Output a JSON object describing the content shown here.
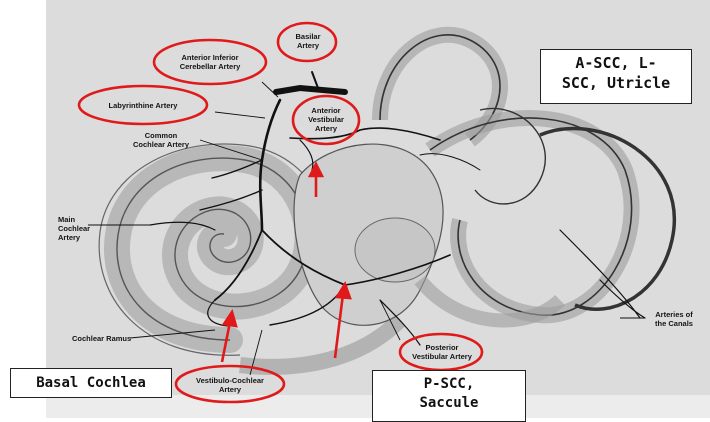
{
  "colors": {
    "background": "#ffffff",
    "plate": "#dcdcdc",
    "vessel": "#111111",
    "highlight": "#e01a1a",
    "box_border": "#222222"
  },
  "labels": {
    "basilar_artery": "Basilar\nArtery",
    "aica": "Anterior Inferior\nCerebellar Artery",
    "labyrinthine_artery": "Labyrinthine Artery",
    "common_cochlear_artery": "Common\nCochlear Artery",
    "anterior_vestibular_artery": "Anterior\nVestibular\nArtery",
    "main_cochlear_artery": "Main\nCochlear\nArtery",
    "cochlear_ramus": "Cochlear Ramus",
    "vestibulo_cochlear_artery": "Vestibulo-Cochlear\nArtery",
    "posterior_vestibular_artery": "Posterior\nVestibular Artery",
    "arteries_of_canals": "Arteries of\nthe Canals"
  },
  "boxes": {
    "top_right": "A-SCC, L-\nSCC, Utricle",
    "bottom_left": "Basal Cochlea",
    "bottom_center": "P-SCC,\nSaccule"
  }
}
